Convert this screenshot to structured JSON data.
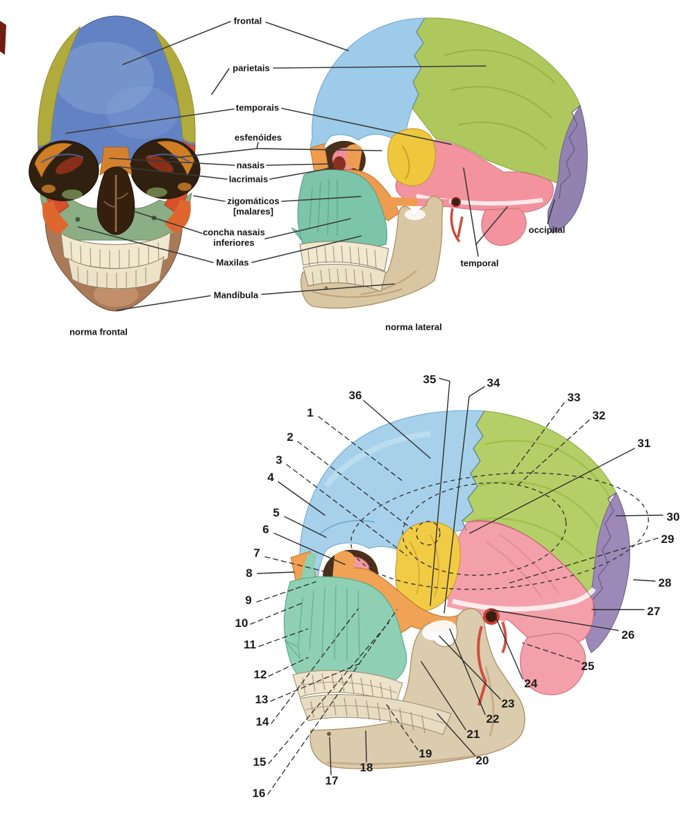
{
  "figure_top": {
    "caption_left": "norma frontal",
    "caption_right": "norma lateral",
    "labels": [
      {
        "id": "frontal",
        "text": "frontal"
      },
      {
        "id": "parietais",
        "text": "parietais"
      },
      {
        "id": "temporais",
        "text": "temporais"
      },
      {
        "id": "esfenoides",
        "text": "esfenóides"
      },
      {
        "id": "nasais",
        "text": "nasais"
      },
      {
        "id": "lacrimais",
        "text": "lacrimais"
      },
      {
        "id": "zigomaticos",
        "text": "zigomáticos",
        "line2": "[malares]"
      },
      {
        "id": "concha-nasais",
        "text": "concha nasais",
        "line2": "inferiores"
      },
      {
        "id": "maxilas",
        "text": "Maxilas"
      },
      {
        "id": "mandibula",
        "text": "Mandíbula"
      },
      {
        "id": "occipital",
        "text": "occipital"
      },
      {
        "id": "temporal",
        "text": "temporal"
      }
    ]
  },
  "figure_bottom": {
    "numbers": [
      "1",
      "2",
      "3",
      "4",
      "5",
      "6",
      "7",
      "8",
      "9",
      "10",
      "11",
      "12",
      "13",
      "14",
      "15",
      "16",
      "17",
      "18",
      "19",
      "20",
      "21",
      "22",
      "23",
      "24",
      "25",
      "26",
      "27",
      "28",
      "29",
      "30",
      "31",
      "32",
      "33",
      "34",
      "35",
      "36"
    ]
  },
  "palette": {
    "frontal_blue_front_view": "#6282c3",
    "frontal_blue_lateral": "#a7d1eb",
    "parietal_olive_front_view": "#b1aa3d",
    "parietal_green_lateral": "#b5cf68",
    "temporal_red_front_view": "#d7502c",
    "temporal_pink_lateral": "#f4a0ab",
    "sphenoid_yellow": "#f2cb45",
    "zygomatic_orange": "#f0a255",
    "maxilla_teal": "#8fd0b5",
    "maxilla_sage_front_view": "#8bae85",
    "mandible_brown_front_view": "#aa7a58",
    "mandible_beige_lateral": "#dcccae",
    "occipital_purple": "#9d89b8",
    "teeth_cream": "#f1e8d0",
    "leader_line": "#2b2b2b",
    "label_text": "#151515",
    "background": "#ffffff"
  }
}
